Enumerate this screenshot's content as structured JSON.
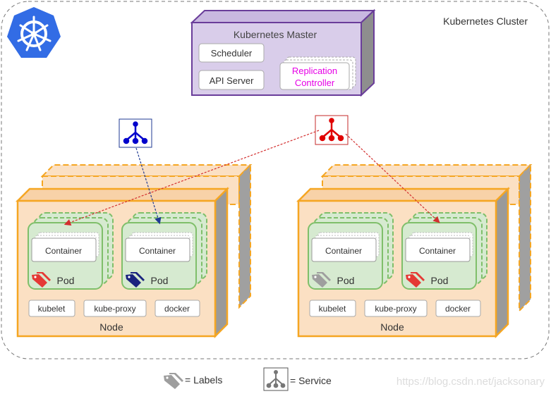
{
  "cluster": {
    "title": "Kubernetes Cluster"
  },
  "master": {
    "title": "Kubernetes Master",
    "components": {
      "scheduler": "Scheduler",
      "api_server": "API Server",
      "replication_controller_line1": "Replication",
      "replication_controller_line2": "Controller"
    }
  },
  "nodes": [
    {
      "label": "Node",
      "pods": [
        {
          "container": "Container",
          "label": "Pod",
          "tag_color": "#e53935"
        },
        {
          "container": "Container",
          "label": "Pod",
          "tag_color": "#1a237e"
        }
      ],
      "services": [
        "kubelet",
        "kube-proxy",
        "docker"
      ]
    },
    {
      "label": "Node",
      "pods": [
        {
          "container": "Container",
          "label": "Pod",
          "tag_color": "#9e9e9e"
        },
        {
          "container": "Container",
          "label": "Pod",
          "tag_color": "#e53935"
        }
      ],
      "services": [
        "kubelet",
        "kube-proxy",
        "docker"
      ]
    }
  ],
  "service_icons": {
    "blue_color": "#0000cc",
    "red_color": "#e00000"
  },
  "legend": {
    "labels": "= Labels",
    "service": "= Service"
  },
  "watermark": "https://blog.csdn.net/jacksonary",
  "colors": {
    "master_fill": "#d9cdea",
    "master_border": "#6a3d9a",
    "node_fill": "#fbe0c3",
    "node_border": "#f5a623",
    "pod_fill": "#d6ead0",
    "pod_border": "#7fbf6a",
    "replication_text": "#e600e6"
  }
}
